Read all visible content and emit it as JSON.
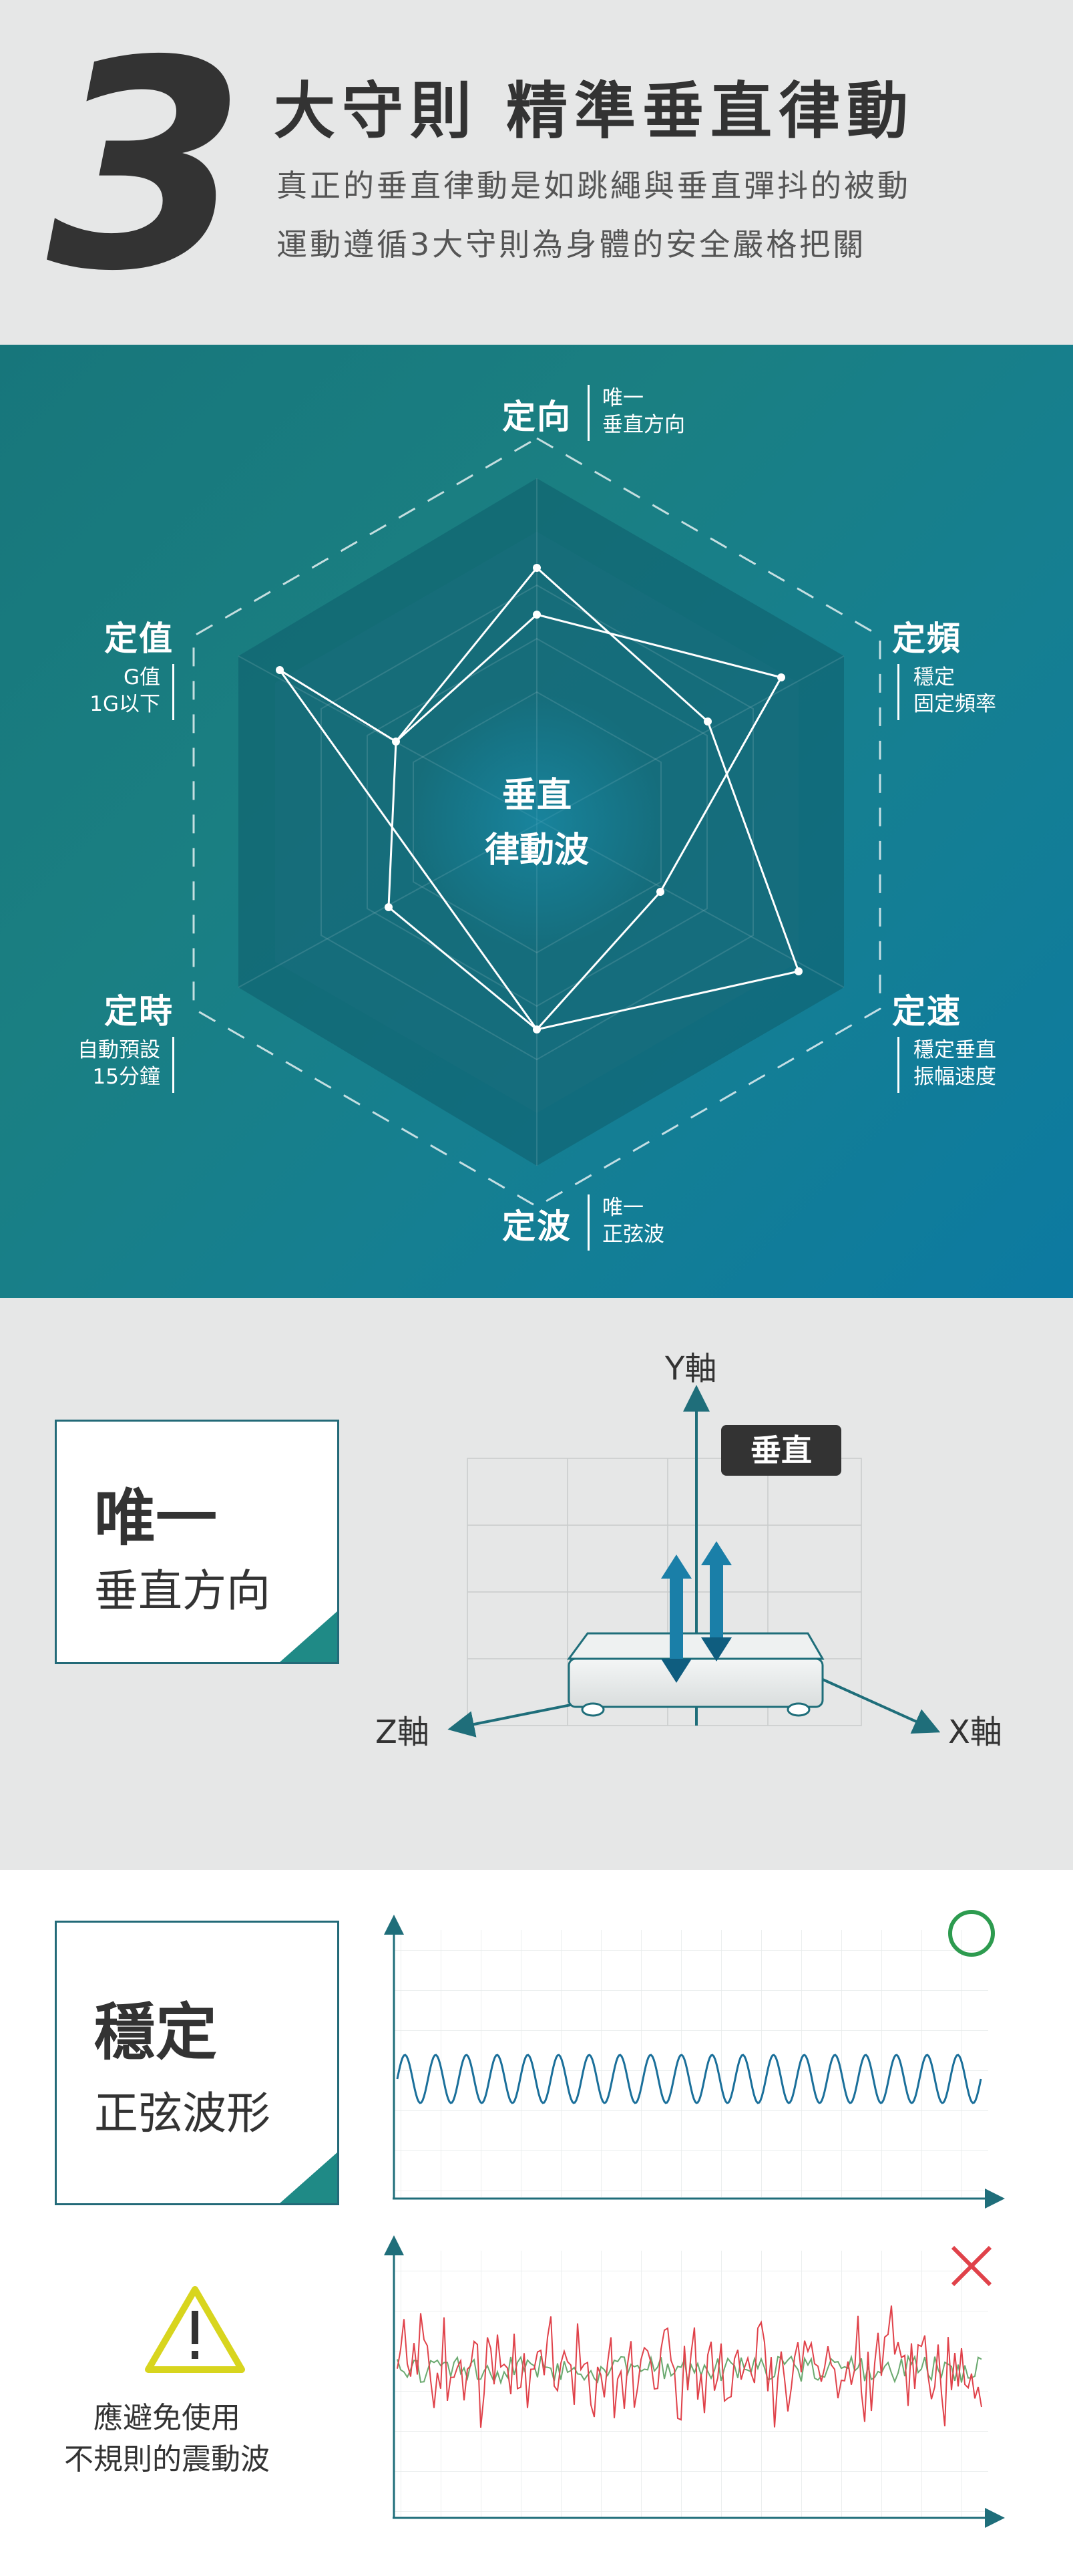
{
  "header": {
    "number": "3",
    "title": "大守則  精準垂直律動",
    "subtitle_line1": "真正的垂直律動是如跳繩與垂直彈抖的被動",
    "subtitle_line2": "運動遵循3大守則為身體的安全嚴格把關"
  },
  "radar": {
    "center_line1": "垂直",
    "center_line2": "律動波",
    "top": {
      "title": "定向",
      "sub1": "唯一",
      "sub2": "垂直方向"
    },
    "upper_right": {
      "title": "定頻",
      "sub1": "穩定",
      "sub2": "固定頻率"
    },
    "lower_right": {
      "title": "定速",
      "sub1": "穩定垂直",
      "sub2": "振幅速度"
    },
    "bottom": {
      "title": "定波",
      "sub1": "唯一",
      "sub2": "正弦波"
    },
    "lower_left": {
      "title": "定時",
      "sub1": "自動預設",
      "sub2": "15分鐘"
    },
    "upper_left": {
      "title": "定值",
      "sub1": "G值",
      "sub2": "1G以下"
    },
    "colors": {
      "bg_start": "#17767b",
      "bg_end": "#0c7aa1",
      "line": "#ffffff"
    }
  },
  "axis": {
    "card_title": "唯一",
    "card_sub": "垂直方向",
    "y_label": "Y軸",
    "x_label": "X軸",
    "z_label": "Z軸",
    "badge": "垂直"
  },
  "waves": {
    "good_title": "穩定",
    "good_sub": "正弦波形",
    "warn_line1": "應避免使用",
    "warn_line2": "不規則的震動波",
    "colors": {
      "good": "#2d9b4f",
      "bad": "#e0424a",
      "wave_blue": "#1a6f9a",
      "axis": "#1f6e7a"
    }
  }
}
